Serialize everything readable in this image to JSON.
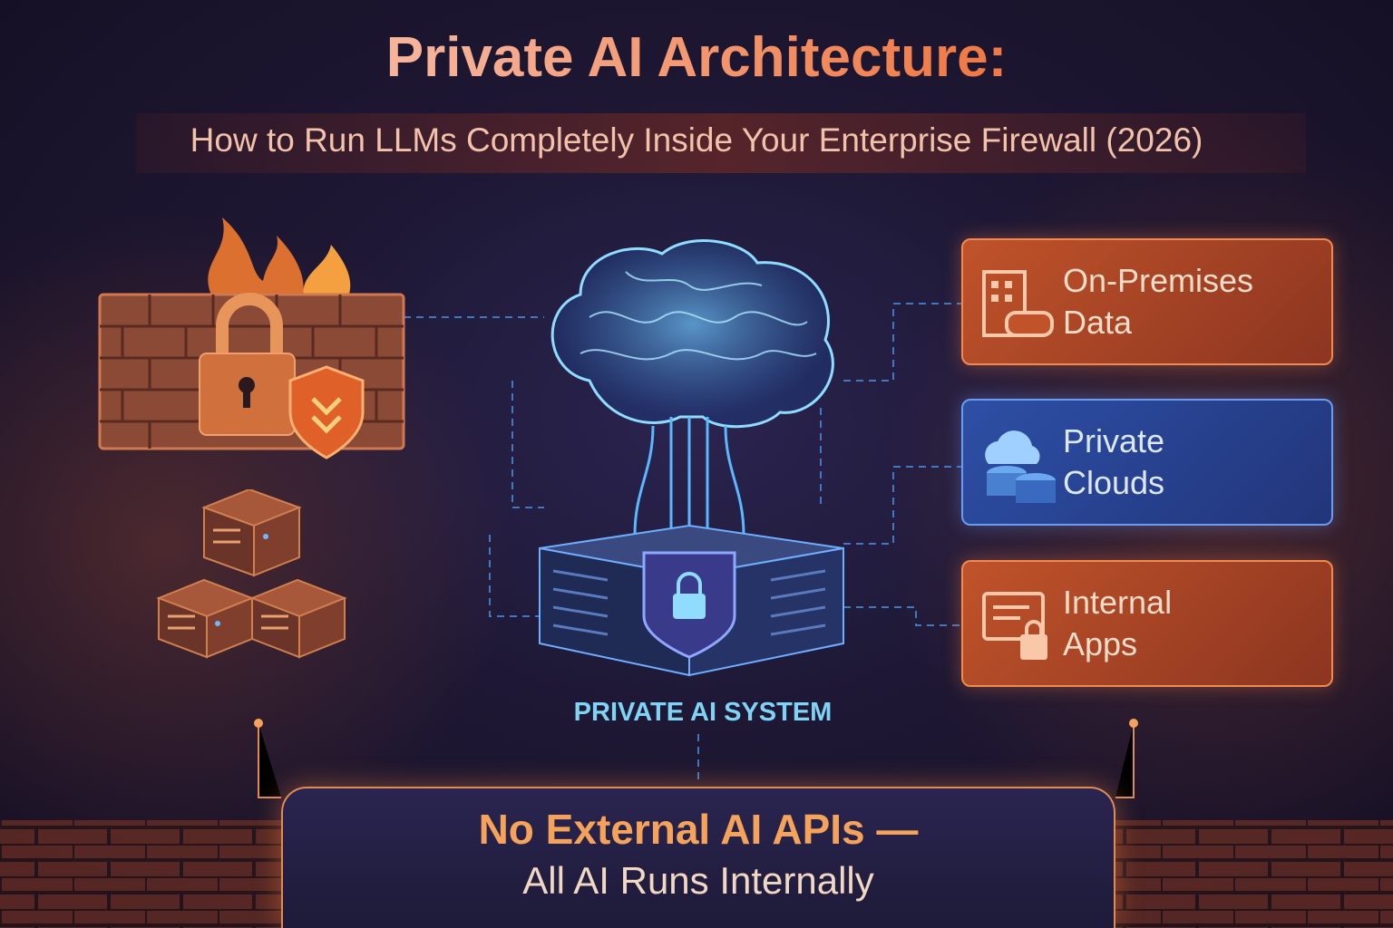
{
  "header": {
    "title": "Private AI Architecture:",
    "subtitle": "How to Run LLMs Completely Inside Your Enterprise Firewall (2026)"
  },
  "center": {
    "label": "PRIVATE AI SYSTEM"
  },
  "cards": [
    {
      "label_line1": "On-Premises",
      "label_line2": "Data",
      "icon": "building-database-icon"
    },
    {
      "label_line1": "Private",
      "label_line2": "Clouds",
      "icon": "cloud-database-icon"
    },
    {
      "label_line1": "Internal",
      "label_line2": "Apps",
      "icon": "app-window-lock-icon"
    }
  ],
  "footer": {
    "line1": "No External AI APIs —",
    "line2": "All AI Runs Internally"
  },
  "colors": {
    "orange": "#f07a45",
    "blue": "#7fd4f5",
    "background": "#1d1733"
  }
}
